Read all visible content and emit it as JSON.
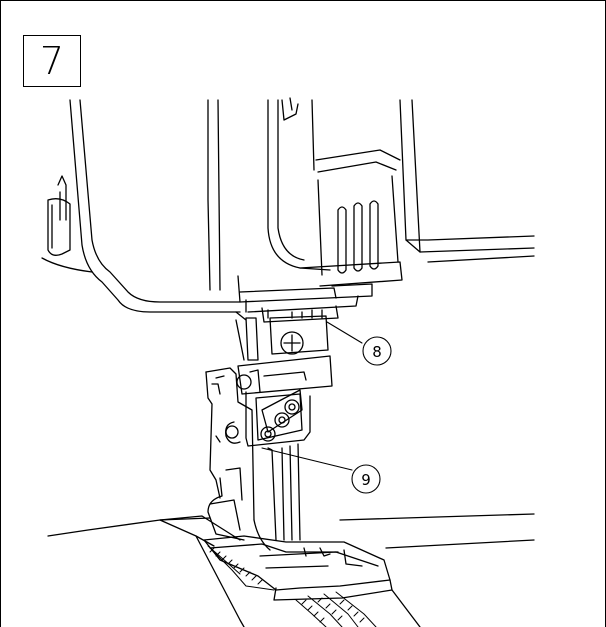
{
  "figure": {
    "step_number": "7",
    "callouts": [
      {
        "label": "8"
      },
      {
        "label": "9"
      }
    ]
  }
}
